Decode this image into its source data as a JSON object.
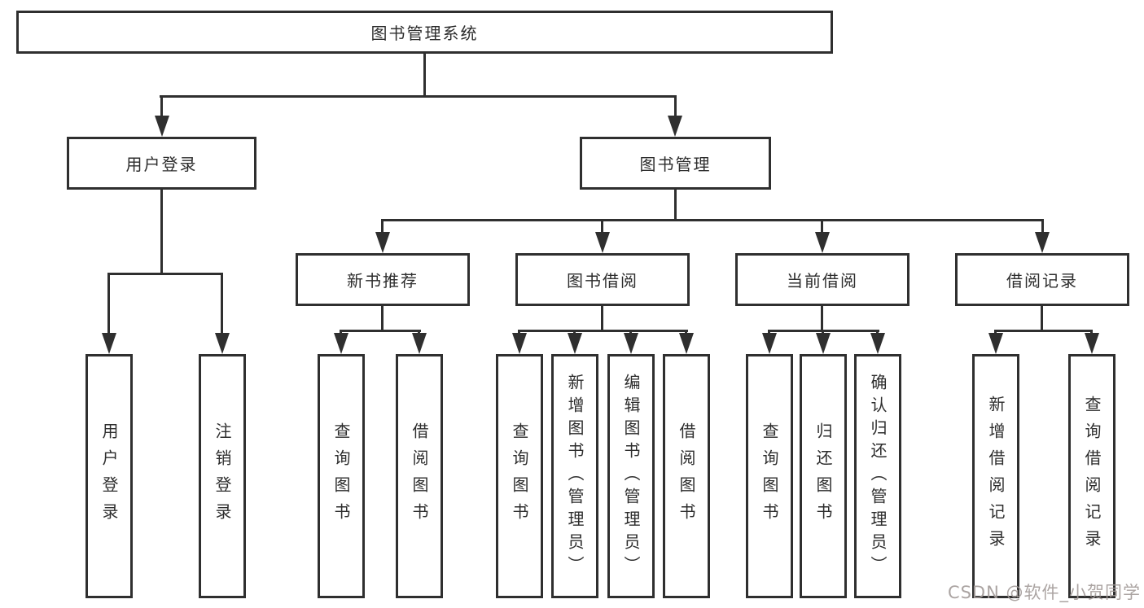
{
  "diagram": {
    "root_label": "图书管理系统",
    "branches": [
      {
        "label": "用户登录",
        "children": [
          "用户登录",
          "注销登录"
        ]
      },
      {
        "label": "图书管理",
        "sections": [
          {
            "label": "新书推荐",
            "children": [
              "查询图书",
              "借阅图书"
            ]
          },
          {
            "label": "图书借阅",
            "children": [
              "查询图书",
              "新增图书（管理员）",
              "编辑图书（管理员）",
              "借阅图书"
            ]
          },
          {
            "label": "当前借阅",
            "children": [
              "查询图书",
              "归还图书",
              "确认归还（管理员）"
            ]
          },
          {
            "label": "借阅记录",
            "children": [
              "新增借阅记录",
              "查询借阅记录"
            ]
          }
        ]
      }
    ]
  },
  "watermark": {
    "text": "CSDN @软件_小贺同学"
  },
  "colors": {
    "line": "#2f2f2f",
    "text": "#2d2d2d",
    "background": "#ffffff",
    "watermark": "#a39b99"
  }
}
